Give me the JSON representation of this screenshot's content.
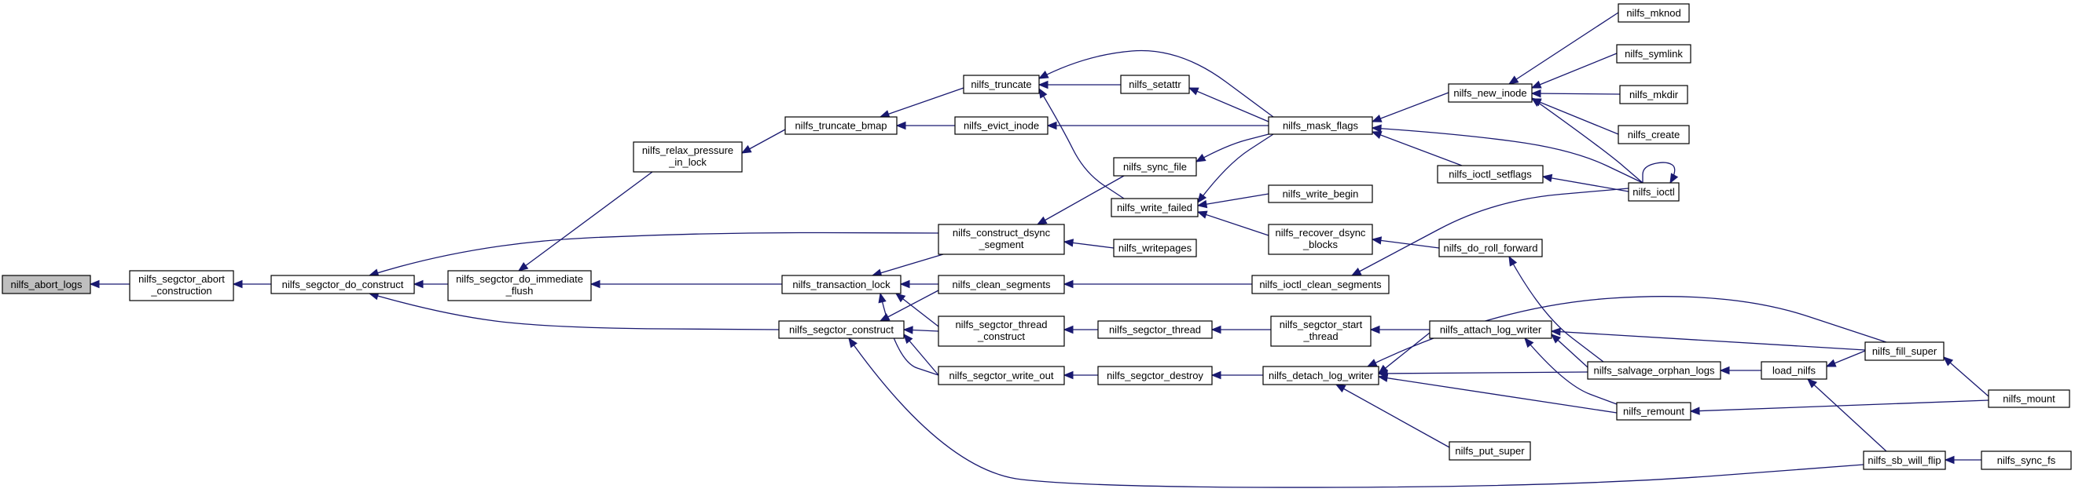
{
  "graph": {
    "colors": {
      "edge": "#191970",
      "node_border": "#000000",
      "root_fill": "#bfbfbf",
      "node_fill": "#ffffff"
    },
    "nodes": [
      {
        "id": "abort_logs",
        "lines": [
          "nilfs_abort_logs"
        ],
        "root": true
      },
      {
        "id": "segctor_abort",
        "lines": [
          "nilfs_segctor_abort",
          "_construction"
        ]
      },
      {
        "id": "do_construct",
        "lines": [
          "nilfs_segctor_do_construct"
        ]
      },
      {
        "id": "do_immediate",
        "lines": [
          "nilfs_segctor_do_immediate",
          "_flush"
        ]
      },
      {
        "id": "segctor_construct",
        "lines": [
          "nilfs_segctor_construct"
        ]
      },
      {
        "id": "relax",
        "lines": [
          "nilfs_relax_pressure",
          "_in_lock"
        ]
      },
      {
        "id": "trans_lock",
        "lines": [
          "nilfs_transaction_lock"
        ]
      },
      {
        "id": "trunc_bmap",
        "lines": [
          "nilfs_truncate_bmap"
        ]
      },
      {
        "id": "construct_dsync",
        "lines": [
          "nilfs_construct_dsync",
          "_segment"
        ]
      },
      {
        "id": "clean_seg",
        "lines": [
          "nilfs_clean_segments"
        ]
      },
      {
        "id": "thread_construct",
        "lines": [
          "nilfs_segctor_thread",
          "_construct"
        ]
      },
      {
        "id": "write_out",
        "lines": [
          "nilfs_segctor_write_out"
        ]
      },
      {
        "id": "truncate",
        "lines": [
          "nilfs_truncate"
        ]
      },
      {
        "id": "evict",
        "lines": [
          "nilfs_evict_inode"
        ]
      },
      {
        "id": "segctor_thread",
        "lines": [
          "nilfs_segctor_thread"
        ]
      },
      {
        "id": "segctor_destroy",
        "lines": [
          "nilfs_segctor_destroy"
        ]
      },
      {
        "id": "setattr",
        "lines": [
          "nilfs_setattr"
        ]
      },
      {
        "id": "sync_file",
        "lines": [
          "nilfs_sync_file"
        ]
      },
      {
        "id": "write_failed",
        "lines": [
          "nilfs_write_failed"
        ]
      },
      {
        "id": "writepages",
        "lines": [
          "nilfs_writepages"
        ]
      },
      {
        "id": "mask_flags",
        "lines": [
          "nilfs_mask_flags"
        ]
      },
      {
        "id": "write_begin",
        "lines": [
          "nilfs_write_begin"
        ]
      },
      {
        "id": "recover_dsync",
        "lines": [
          "nilfs_recover_dsync",
          "_blocks"
        ]
      },
      {
        "id": "ioctl_clean",
        "lines": [
          "nilfs_ioctl_clean_segments"
        ]
      },
      {
        "id": "start_thread",
        "lines": [
          "nilfs_segctor_start",
          "_thread"
        ]
      },
      {
        "id": "detach",
        "lines": [
          "nilfs_detach_log_writer"
        ]
      },
      {
        "id": "put_super",
        "lines": [
          "nilfs_put_super"
        ]
      },
      {
        "id": "new_inode",
        "lines": [
          "nilfs_new_inode"
        ]
      },
      {
        "id": "ioctl_setflags",
        "lines": [
          "nilfs_ioctl_setflags"
        ]
      },
      {
        "id": "do_roll",
        "lines": [
          "nilfs_do_roll_forward"
        ]
      },
      {
        "id": "attach",
        "lines": [
          "nilfs_attach_log_writer"
        ]
      },
      {
        "id": "mknod",
        "lines": [
          "nilfs_mknod"
        ]
      },
      {
        "id": "symlink",
        "lines": [
          "nilfs_symlink"
        ]
      },
      {
        "id": "mkdir",
        "lines": [
          "nilfs_mkdir"
        ]
      },
      {
        "id": "create",
        "lines": [
          "nilfs_create"
        ]
      },
      {
        "id": "ioctl",
        "lines": [
          "nilfs_ioctl"
        ]
      },
      {
        "id": "salvage",
        "lines": [
          "nilfs_salvage_orphan_logs"
        ]
      },
      {
        "id": "remount",
        "lines": [
          "nilfs_remount"
        ]
      },
      {
        "id": "load_nilfs",
        "lines": [
          "load_nilfs"
        ]
      },
      {
        "id": "fill_super",
        "lines": [
          "nilfs_fill_super"
        ]
      },
      {
        "id": "mount",
        "lines": [
          "nilfs_mount"
        ]
      },
      {
        "id": "sb_will_flip",
        "lines": [
          "nilfs_sb_will_flip"
        ]
      },
      {
        "id": "sync_fs",
        "lines": [
          "nilfs_sync_fs"
        ]
      }
    ],
    "edges": [
      [
        "segctor_abort",
        "abort_logs"
      ],
      [
        "do_construct",
        "segctor_abort"
      ],
      [
        "do_immediate",
        "do_construct"
      ],
      [
        "segctor_construct",
        "do_construct"
      ],
      [
        "construct_dsync",
        "do_construct"
      ],
      [
        "relax",
        "do_immediate"
      ],
      [
        "trans_lock",
        "do_immediate"
      ],
      [
        "trunc_bmap",
        "relax"
      ],
      [
        "truncate",
        "trunc_bmap"
      ],
      [
        "evict",
        "trunc_bmap"
      ],
      [
        "setattr",
        "truncate"
      ],
      [
        "mask_flags",
        "truncate"
      ],
      [
        "write_failed",
        "truncate"
      ],
      [
        "mask_flags",
        "evict"
      ],
      [
        "mask_flags",
        "setattr"
      ],
      [
        "sync_file",
        "construct_dsync"
      ],
      [
        "writepages",
        "construct_dsync"
      ],
      [
        "construct_dsync",
        "trans_lock"
      ],
      [
        "clean_seg",
        "trans_lock"
      ],
      [
        "thread_construct",
        "trans_lock"
      ],
      [
        "write_out",
        "trans_lock"
      ],
      [
        "clean_seg",
        "segctor_construct"
      ],
      [
        "thread_construct",
        "segctor_construct"
      ],
      [
        "write_out",
        "segctor_construct"
      ],
      [
        "sb_will_flip",
        "segctor_construct"
      ],
      [
        "segctor_thread",
        "thread_construct"
      ],
      [
        "segctor_destroy",
        "write_out"
      ],
      [
        "start_thread",
        "segctor_thread"
      ],
      [
        "detach",
        "segctor_destroy"
      ],
      [
        "mask_flags",
        "sync_file"
      ],
      [
        "mask_flags",
        "write_failed"
      ],
      [
        "write_begin",
        "write_failed"
      ],
      [
        "recover_dsync",
        "write_failed"
      ],
      [
        "do_roll",
        "recover_dsync"
      ],
      [
        "ioctl_clean",
        "clean_seg"
      ],
      [
        "ioctl",
        "ioctl_clean"
      ],
      [
        "attach",
        "start_thread"
      ],
      [
        "attach",
        "detach"
      ],
      [
        "salvage",
        "detach"
      ],
      [
        "remount",
        "detach"
      ],
      [
        "put_super",
        "detach"
      ],
      [
        "fill_super",
        "detach"
      ],
      [
        "new_inode",
        "mask_flags"
      ],
      [
        "ioctl_setflags",
        "mask_flags"
      ],
      [
        "ioctl",
        "mask_flags"
      ],
      [
        "mknod",
        "new_inode"
      ],
      [
        "symlink",
        "new_inode"
      ],
      [
        "mkdir",
        "new_inode"
      ],
      [
        "create",
        "new_inode"
      ],
      [
        "ioctl",
        "new_inode"
      ],
      [
        "ioctl",
        "ioctl_setflags"
      ],
      [
        "ioctl",
        "ioctl"
      ],
      [
        "salvage",
        "do_roll"
      ],
      [
        "salvage",
        "attach"
      ],
      [
        "remount",
        "attach"
      ],
      [
        "fill_super",
        "attach"
      ],
      [
        "load_nilfs",
        "salvage"
      ],
      [
        "fill_super",
        "load_nilfs"
      ],
      [
        "sb_will_flip",
        "load_nilfs"
      ],
      [
        "mount",
        "fill_super"
      ],
      [
        "mount",
        "remount"
      ],
      [
        "sync_fs",
        "sb_will_flip"
      ]
    ]
  }
}
